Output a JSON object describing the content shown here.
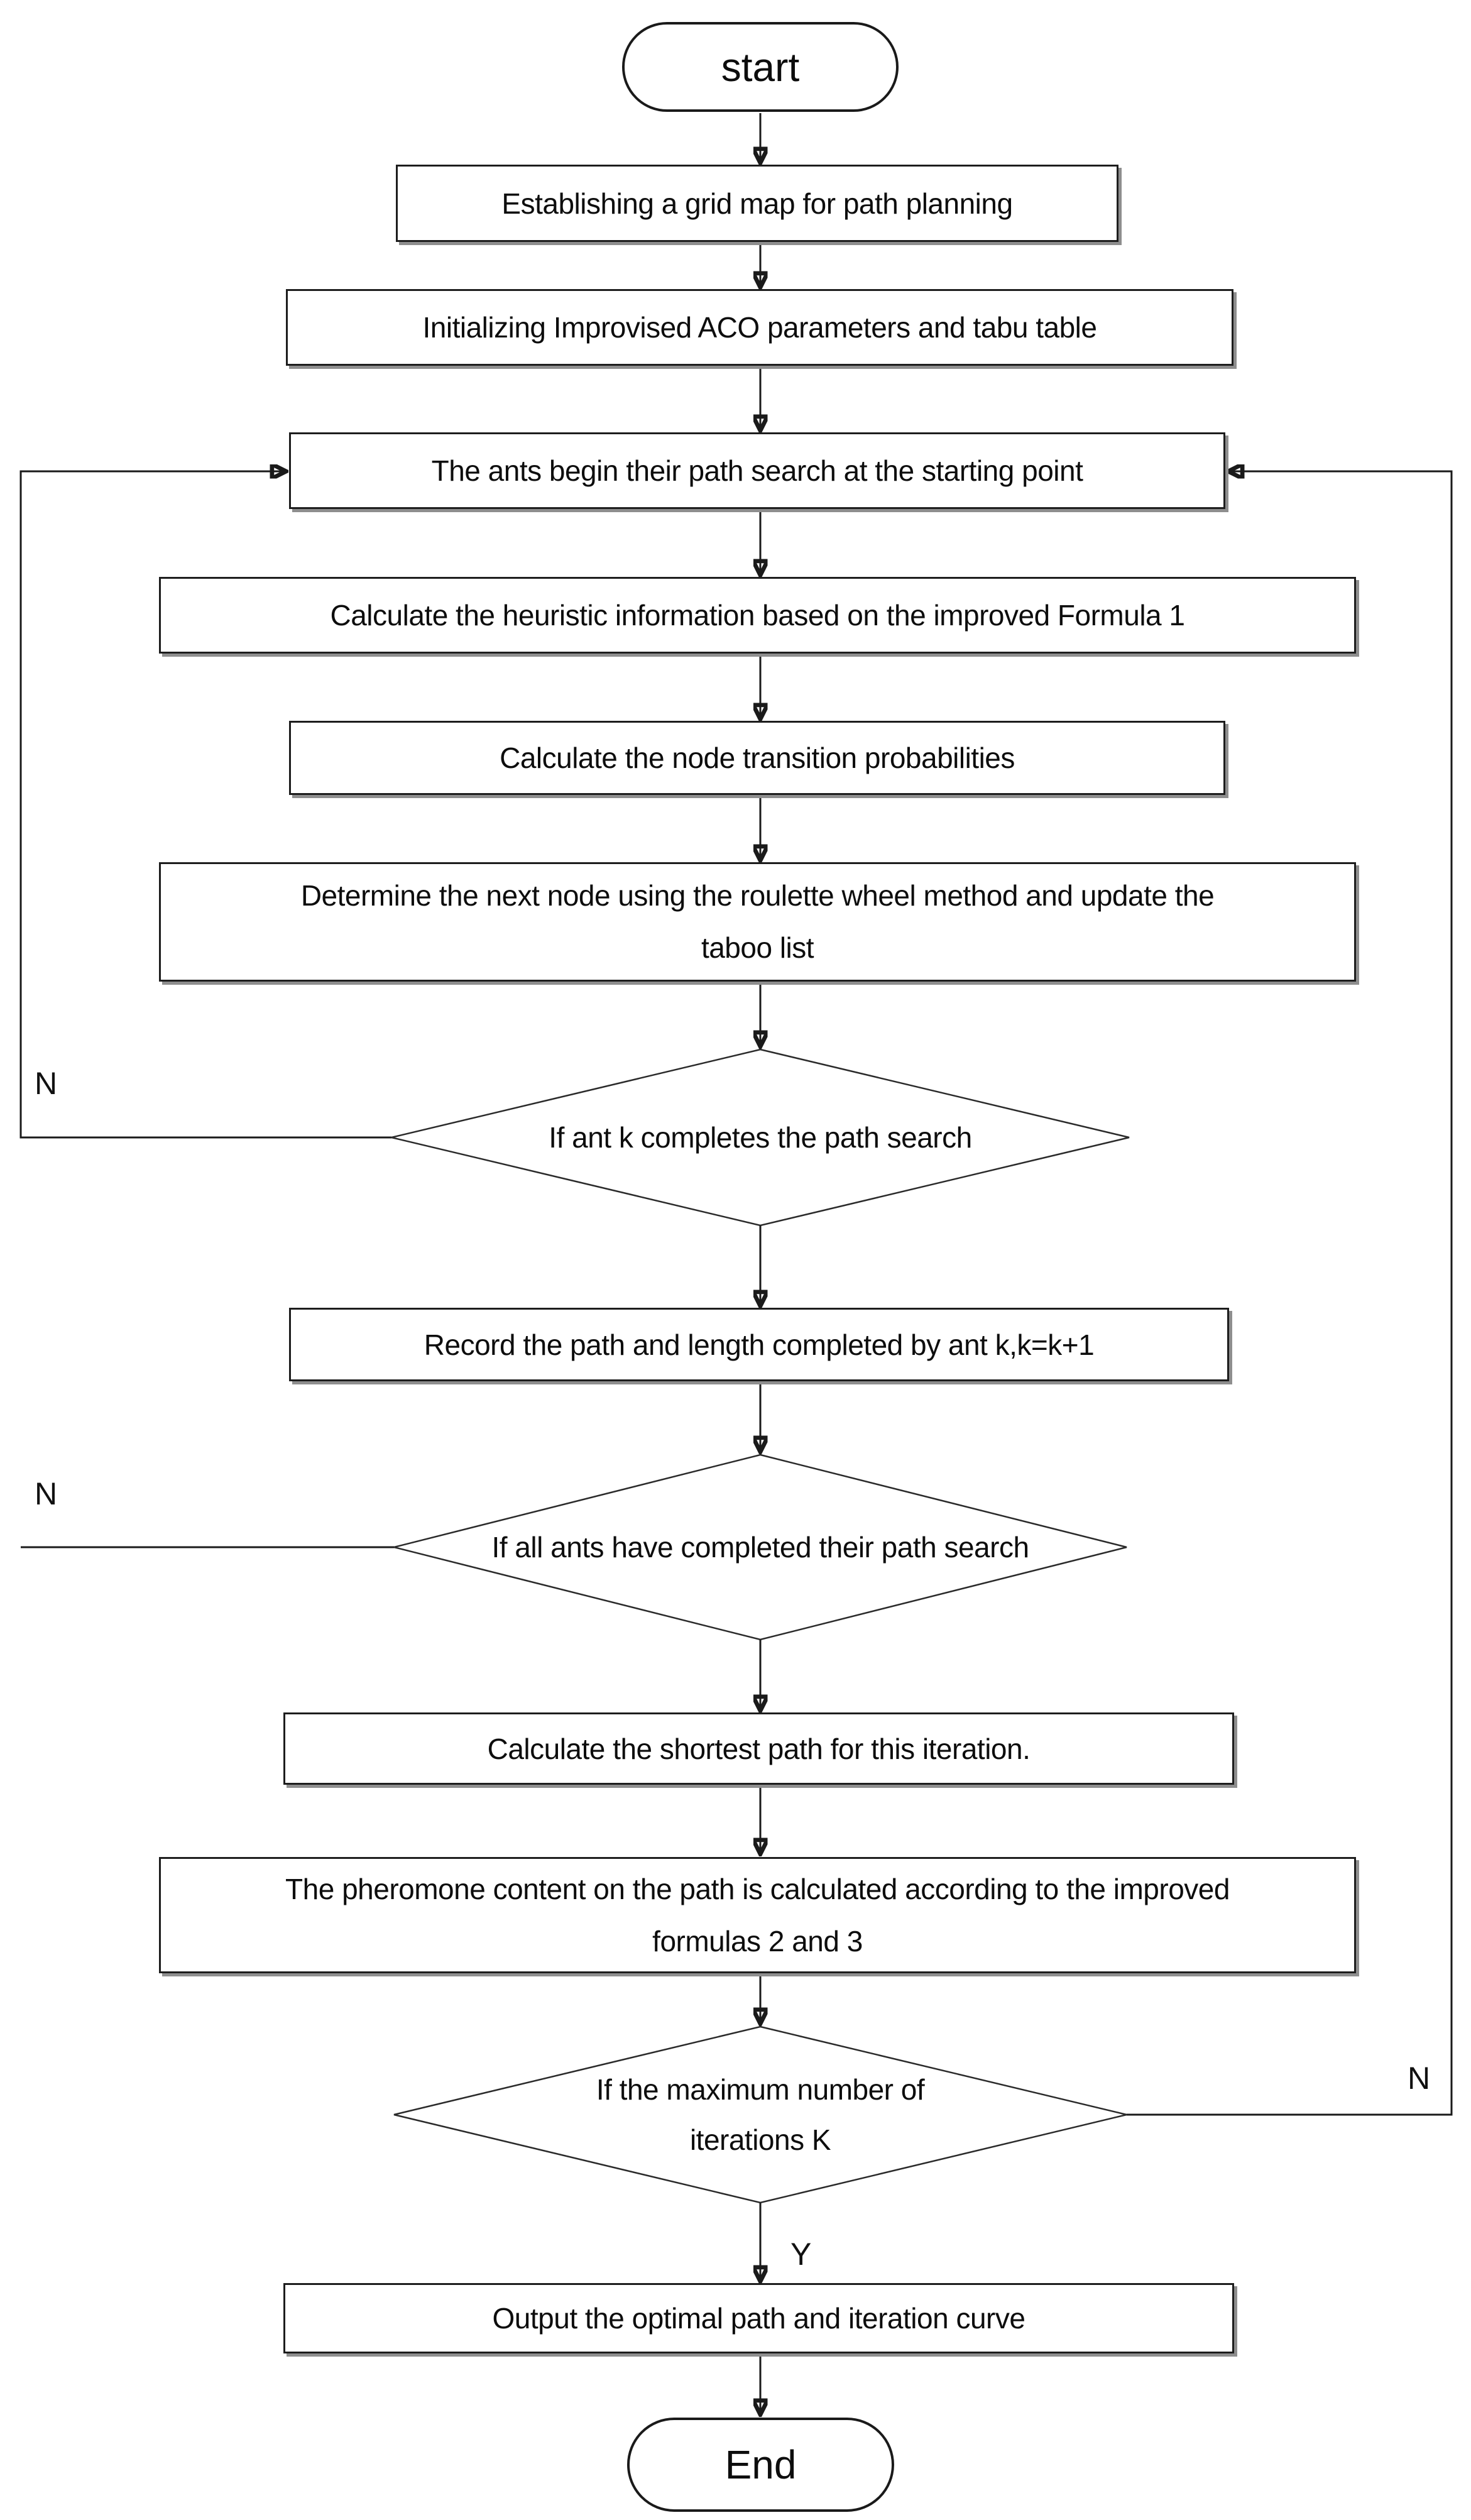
{
  "title": "Improved ACO path planning flowchart",
  "colors": {
    "stroke": "#1a1a1a",
    "background": "#ffffff",
    "box_shadow": "#8e8e8e"
  },
  "nodes": {
    "start": {
      "type": "terminator",
      "label": "start"
    },
    "grid_map": {
      "type": "process",
      "label": "Establishing a grid map for path planning"
    },
    "init_params": {
      "type": "process",
      "label": "Initializing Improvised ACO parameters and tabu table"
    },
    "ants_begin": {
      "type": "process",
      "label": "The ants begin their path search at the starting point"
    },
    "heuristic": {
      "type": "process",
      "label": "Calculate the heuristic information based on the improved Formula 1"
    },
    "transition_prob": {
      "type": "process",
      "label": "Calculate the node transition probabilities"
    },
    "next_node": {
      "type": "process",
      "label": "Determine the next node using the roulette wheel method and update the taboo list"
    },
    "ant_k_done": {
      "type": "decision",
      "label": "If ant k completes the path search"
    },
    "record_path": {
      "type": "process",
      "label": "Record the path and length completed by ant k,k=k+1"
    },
    "all_ants_done": {
      "type": "decision",
      "label": "If all ants have completed their path search"
    },
    "shortest_path": {
      "type": "process",
      "label": "Calculate the shortest path for this iteration."
    },
    "pheromone": {
      "type": "process",
      "label": "The pheromone content on the path is calculated according to the improved formulas 2 and 3"
    },
    "max_iterations": {
      "type": "decision",
      "label": "If the maximum number of iterations K"
    },
    "output": {
      "type": "process",
      "label": "Output the optimal path and iteration curve"
    },
    "end": {
      "type": "terminator",
      "label": "End"
    }
  },
  "branch_labels": {
    "ant_k_done_no": "N",
    "all_ants_done_no": "N",
    "max_iterations_no": "N",
    "max_iterations_yes": "Y"
  },
  "edges": [
    {
      "from": "start",
      "to": "grid_map",
      "label": ""
    },
    {
      "from": "grid_map",
      "to": "init_params",
      "label": ""
    },
    {
      "from": "init_params",
      "to": "ants_begin",
      "label": ""
    },
    {
      "from": "ants_begin",
      "to": "heuristic",
      "label": ""
    },
    {
      "from": "heuristic",
      "to": "transition_prob",
      "label": ""
    },
    {
      "from": "transition_prob",
      "to": "next_node",
      "label": ""
    },
    {
      "from": "next_node",
      "to": "ant_k_done",
      "label": ""
    },
    {
      "from": "ant_k_done",
      "to": "record_path",
      "label": ""
    },
    {
      "from": "ant_k_done",
      "to": "ants_begin",
      "label": "N"
    },
    {
      "from": "record_path",
      "to": "all_ants_done",
      "label": ""
    },
    {
      "from": "all_ants_done",
      "to": "shortest_path",
      "label": ""
    },
    {
      "from": "all_ants_done",
      "to": "ants_begin",
      "label": "N"
    },
    {
      "from": "shortest_path",
      "to": "pheromone",
      "label": ""
    },
    {
      "from": "pheromone",
      "to": "max_iterations",
      "label": ""
    },
    {
      "from": "max_iterations",
      "to": "output",
      "label": "Y"
    },
    {
      "from": "max_iterations",
      "to": "ants_begin",
      "label": "N"
    },
    {
      "from": "output",
      "to": "end",
      "label": ""
    }
  ]
}
